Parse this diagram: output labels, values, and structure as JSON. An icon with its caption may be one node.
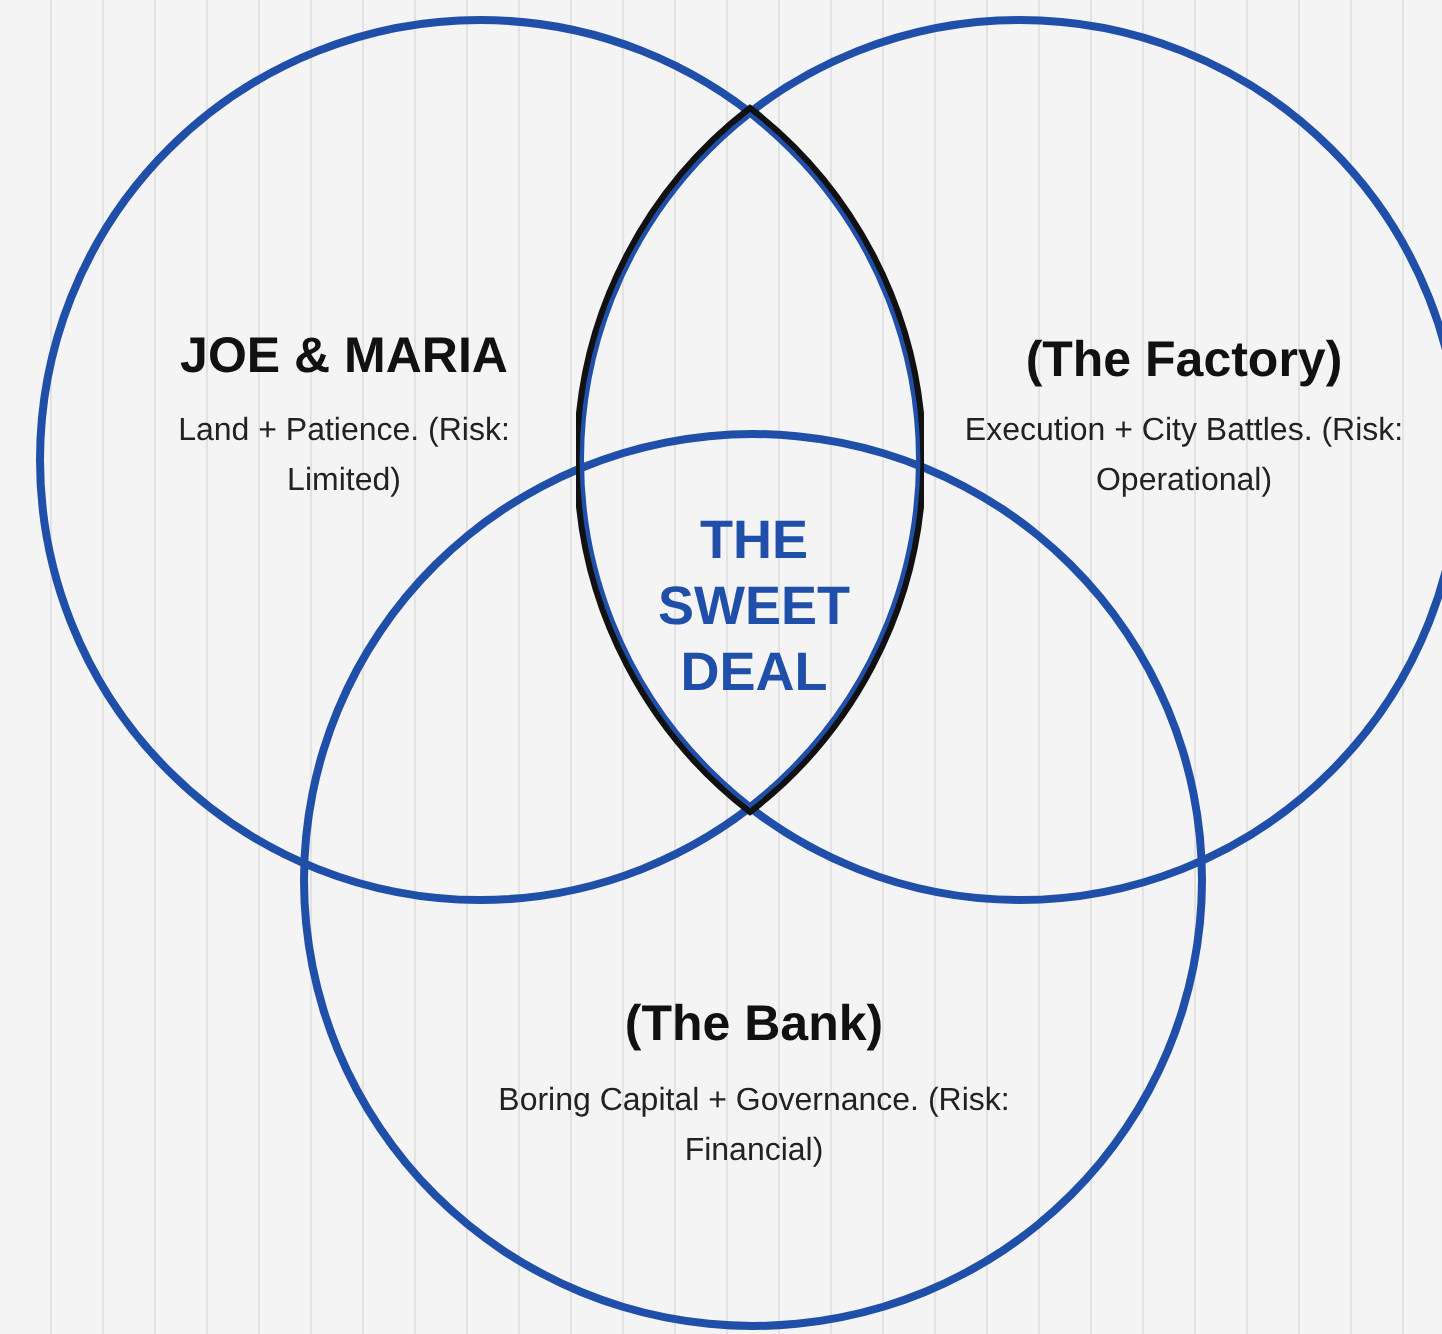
{
  "diagram": {
    "nodes": [
      {
        "text": [
          "JOE & MARIA",
          "Land + Patience. (Risk: Limited)"
        ]
      },
      {
        "text": [
          "(The Factory)",
          "Execution + City Battles. (Risk: Operational)"
        ]
      },
      {
        "text": [
          "(The Bank)",
          "Boring Capital + Governance. (Risk: Financial)"
        ]
      },
      {
        "text": [
          "THE SWEET DEAL"
        ]
      }
    ]
  }
}
